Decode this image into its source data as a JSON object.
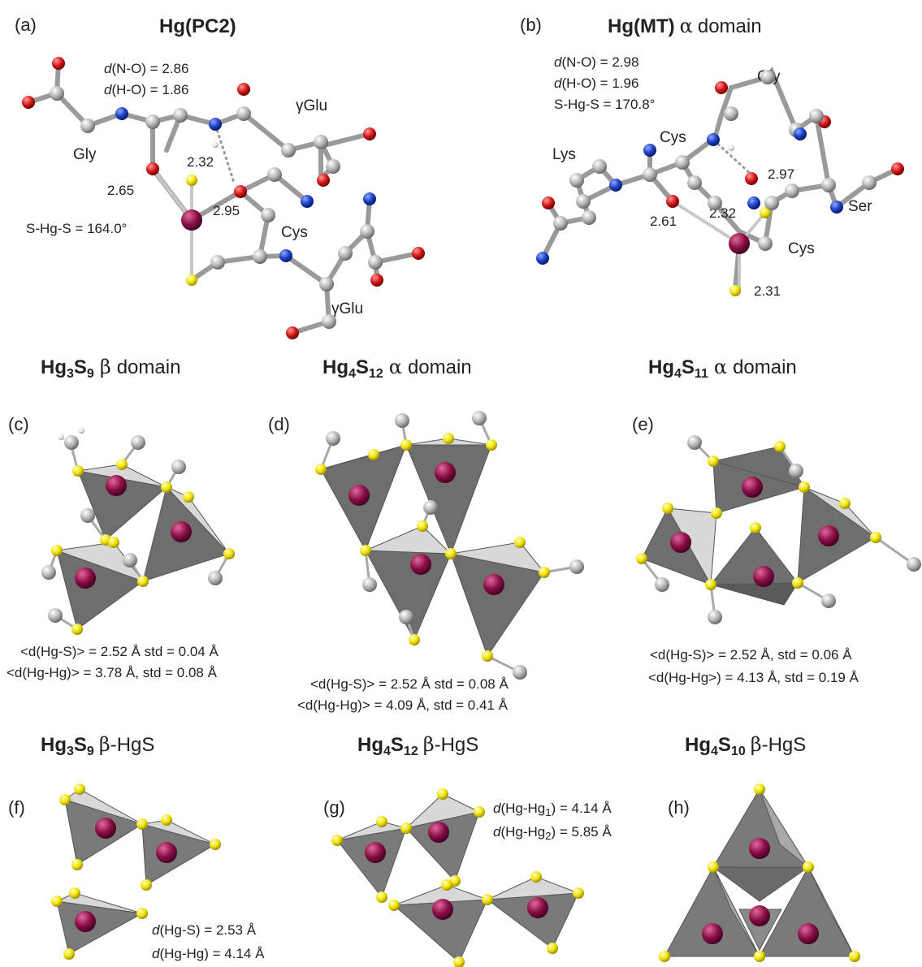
{
  "panels": {
    "a": {
      "letter": "(a)",
      "title_main": "Hg(PC2)",
      "d_no_sym": "d",
      "d_no_rest": "(N-O) = 2.86",
      "d_ho_sym": "d",
      "d_ho_rest": "(H-O) = 1.86",
      "angle": "S-Hg-S = 164.0°",
      "residues": [
        "Gly",
        "γGlu",
        "Cys",
        "γGlu"
      ],
      "distances": [
        "2.32",
        "2.65",
        "2.95"
      ]
    },
    "b": {
      "letter": "(b)",
      "title_main": "Hg(MT)",
      "title_greek": "α",
      "title_rest": "domain",
      "d_no_sym": "d",
      "d_no_rest": "(N-O) = 2.98",
      "d_ho_sym": "d",
      "d_ho_rest": "(H-O) = 1.96",
      "angle": "S-Hg-S = 170.8°",
      "residues": [
        "Gly",
        "Cys",
        "Lys",
        "Ser",
        "Cys"
      ],
      "distances": [
        "2.97",
        "2.61",
        "2.32",
        "2.31"
      ]
    },
    "c": {
      "letter": "(c)",
      "title_hg": "Hg",
      "title_hg_sub": "3",
      "title_s": "S",
      "title_s_sub": "9",
      "title_greek": "β",
      "title_rest": "domain",
      "line1": "<d(Hg-S)> = 2.52 Å std = 0.04 Å",
      "line2": "<d(Hg-Hg)> = 3.78 Å, std = 0.08 Å"
    },
    "d": {
      "letter": "(d)",
      "title_hg": "Hg",
      "title_hg_sub": "4",
      "title_s": "S",
      "title_s_sub": "12",
      "title_greek": "α",
      "title_rest": "domain",
      "line1": "<d(Hg-S)> = 2.52 Å std = 0.08 Å",
      "line2": "<d(Hg-Hg)> = 4.09 Å, std = 0.41 Å"
    },
    "e": {
      "letter": "(e)",
      "title_hg": "Hg",
      "title_hg_sub": "4",
      "title_s": "S",
      "title_s_sub": "11",
      "title_greek": "α",
      "title_rest": "domain",
      "line1": "<d(Hg-S)> = 2.52 Å, std = 0.06 Å",
      "line2": "<d(Hg-Hg>) = 4.13 Å, std = 0.19 Å"
    },
    "f": {
      "letter": "(f)",
      "title_hg": "Hg",
      "title_hg_sub": "3",
      "title_s": "S",
      "title_s_sub": "9",
      "title_greek": "β",
      "title_rest": "-HgS",
      "line1": "(Hg-S) = 2.53 Å",
      "line2": "(Hg-Hg) = 4.14 Å",
      "d_sym": "d"
    },
    "g": {
      "letter": "(g)",
      "title_hg": "Hg",
      "title_hg_sub": "4",
      "title_s": "S",
      "title_s_sub": "12",
      "title_greek": "β",
      "title_rest": "-HgS",
      "d_sym": "d",
      "line1_pre": "(Hg-Hg",
      "line1_sub": "1",
      "line1_post": ") = 4.14 Å",
      "line2_pre": "(Hg-Hg",
      "line2_sub": "2",
      "line2_post": ") = 5.85 Å"
    },
    "h": {
      "letter": "(h)",
      "title_hg": "Hg",
      "title_hg_sub": "4",
      "title_s": "S",
      "title_s_sub": "10",
      "title_greek": "β",
      "title_rest": "-HgS"
    }
  },
  "colors": {
    "carbon": "#b4b4b4",
    "nitrogen": "#1a3fc4",
    "oxygen": "#d41414",
    "sulfur": "#f2e200",
    "mercury": "#8a0e45",
    "hydrogen": "#f0f0f0",
    "face_dark": "#6e6e6e",
    "face_light": "#d8d8d8"
  }
}
